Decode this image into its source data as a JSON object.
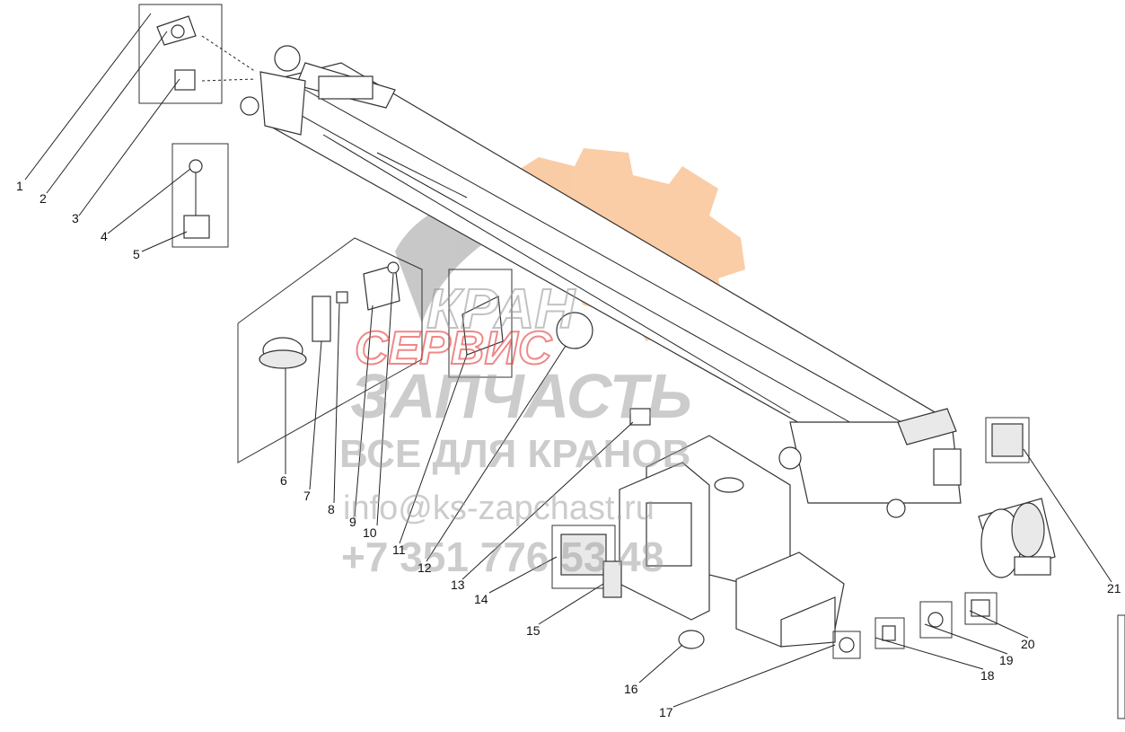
{
  "callouts": [
    "1",
    "2",
    "3",
    "4",
    "5",
    "6",
    "7",
    "8",
    "9",
    "10",
    "11",
    "12",
    "13",
    "14",
    "15",
    "16",
    "17",
    "18",
    "19",
    "20",
    "21"
  ],
  "watermark": {
    "line1": "КРАН",
    "line2": "СЕРВИС",
    "line3": "ЗАПЧАСТЬ",
    "line4": "ВСЕ ДЛЯ КРАНОВ",
    "email": "info@ks-zapchast.ru",
    "phone": "+7 351 776 53 48",
    "gear_color": "#f6a45c",
    "ring_color": "#9a9a9a",
    "red_color": "#e63a3a"
  }
}
